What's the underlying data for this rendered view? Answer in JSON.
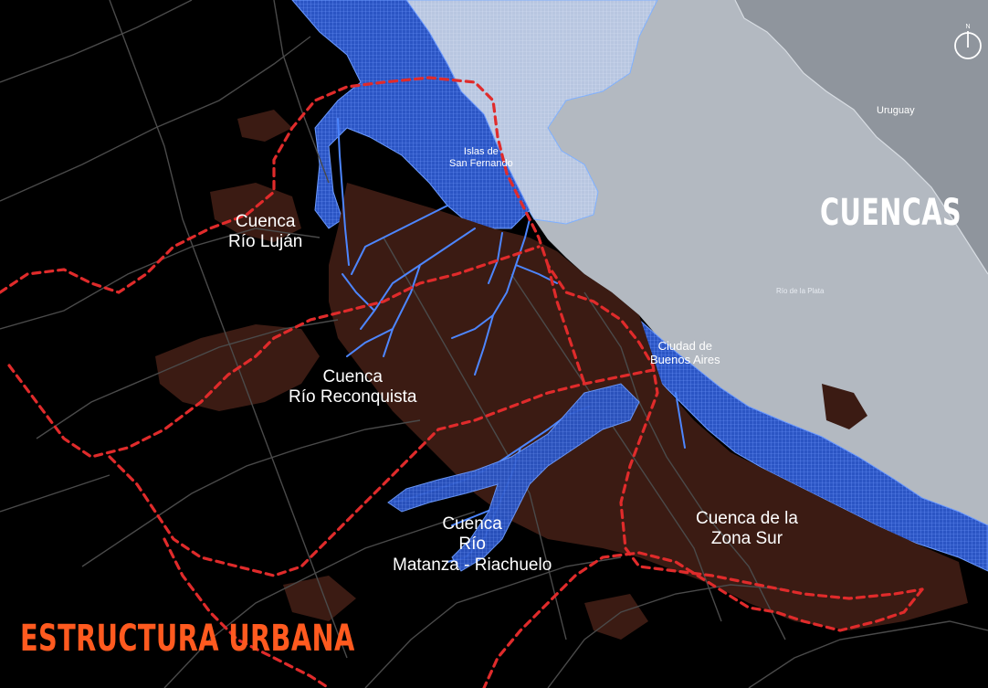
{
  "map": {
    "title_primary": "CUENCAS",
    "title_secondary": "ESTRUCTURA URBANA",
    "colors": {
      "land": "#000000",
      "urban": "#3a1a12",
      "water_river": "#b0b7c0",
      "water_grid": "#2f5fd6",
      "streams": "#4d86ff",
      "basin_boundary": "#e02b2b",
      "title_primary": "#ffffff",
      "title_secondary": "#ff5a1f"
    },
    "labels": {
      "lujan": [
        "Cuenca",
        "Río Luján"
      ],
      "reconquista": [
        "Cuenca",
        "Río Reconquista"
      ],
      "matanza": [
        "Cuenca",
        "Río",
        "Matanza - Riachuelo"
      ],
      "zona_sur": [
        "Cuenca de la",
        "Zona Sur"
      ],
      "islas": [
        "Islas de",
        "San Fernando"
      ],
      "ciudad": [
        "Ciudad de",
        "Buenos Aires"
      ],
      "uruguay": "Uruguay",
      "rio_plata": "Río de la Plata"
    },
    "north_arrow_icon": "north-arrow-icon"
  }
}
